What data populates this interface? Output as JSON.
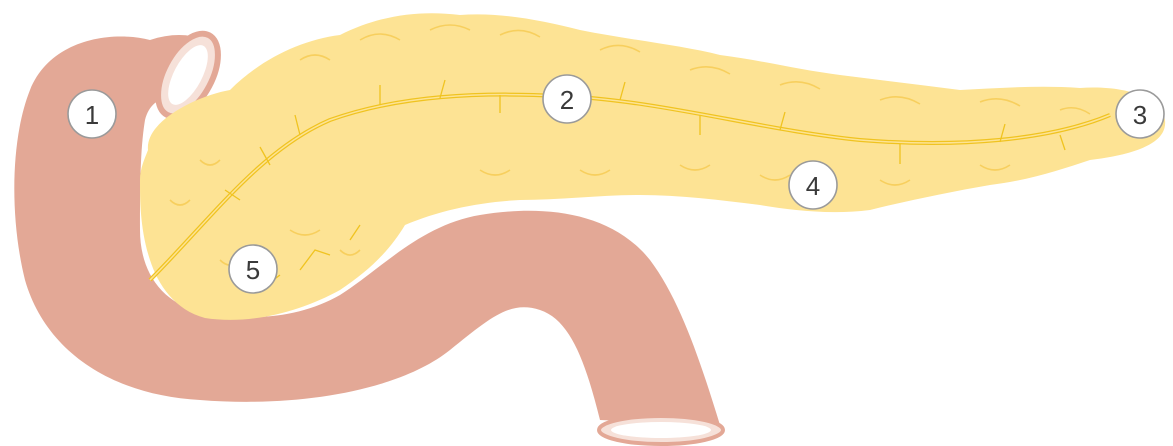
{
  "markers": [
    {
      "id": "1",
      "label": "1"
    },
    {
      "id": "2",
      "label": "2"
    },
    {
      "id": "3",
      "label": "3"
    },
    {
      "id": "4",
      "label": "4"
    },
    {
      "id": "5",
      "label": "5"
    }
  ],
  "colors": {
    "duodenum": "#e3a896",
    "duodenum_lumen": "#f6e1d9",
    "pancreas": "#fde394",
    "pancreas_lobule": "#fad877",
    "duct": "#f0c320",
    "marker_fill": "#ffffff",
    "marker_stroke": "#9a9a9a"
  }
}
